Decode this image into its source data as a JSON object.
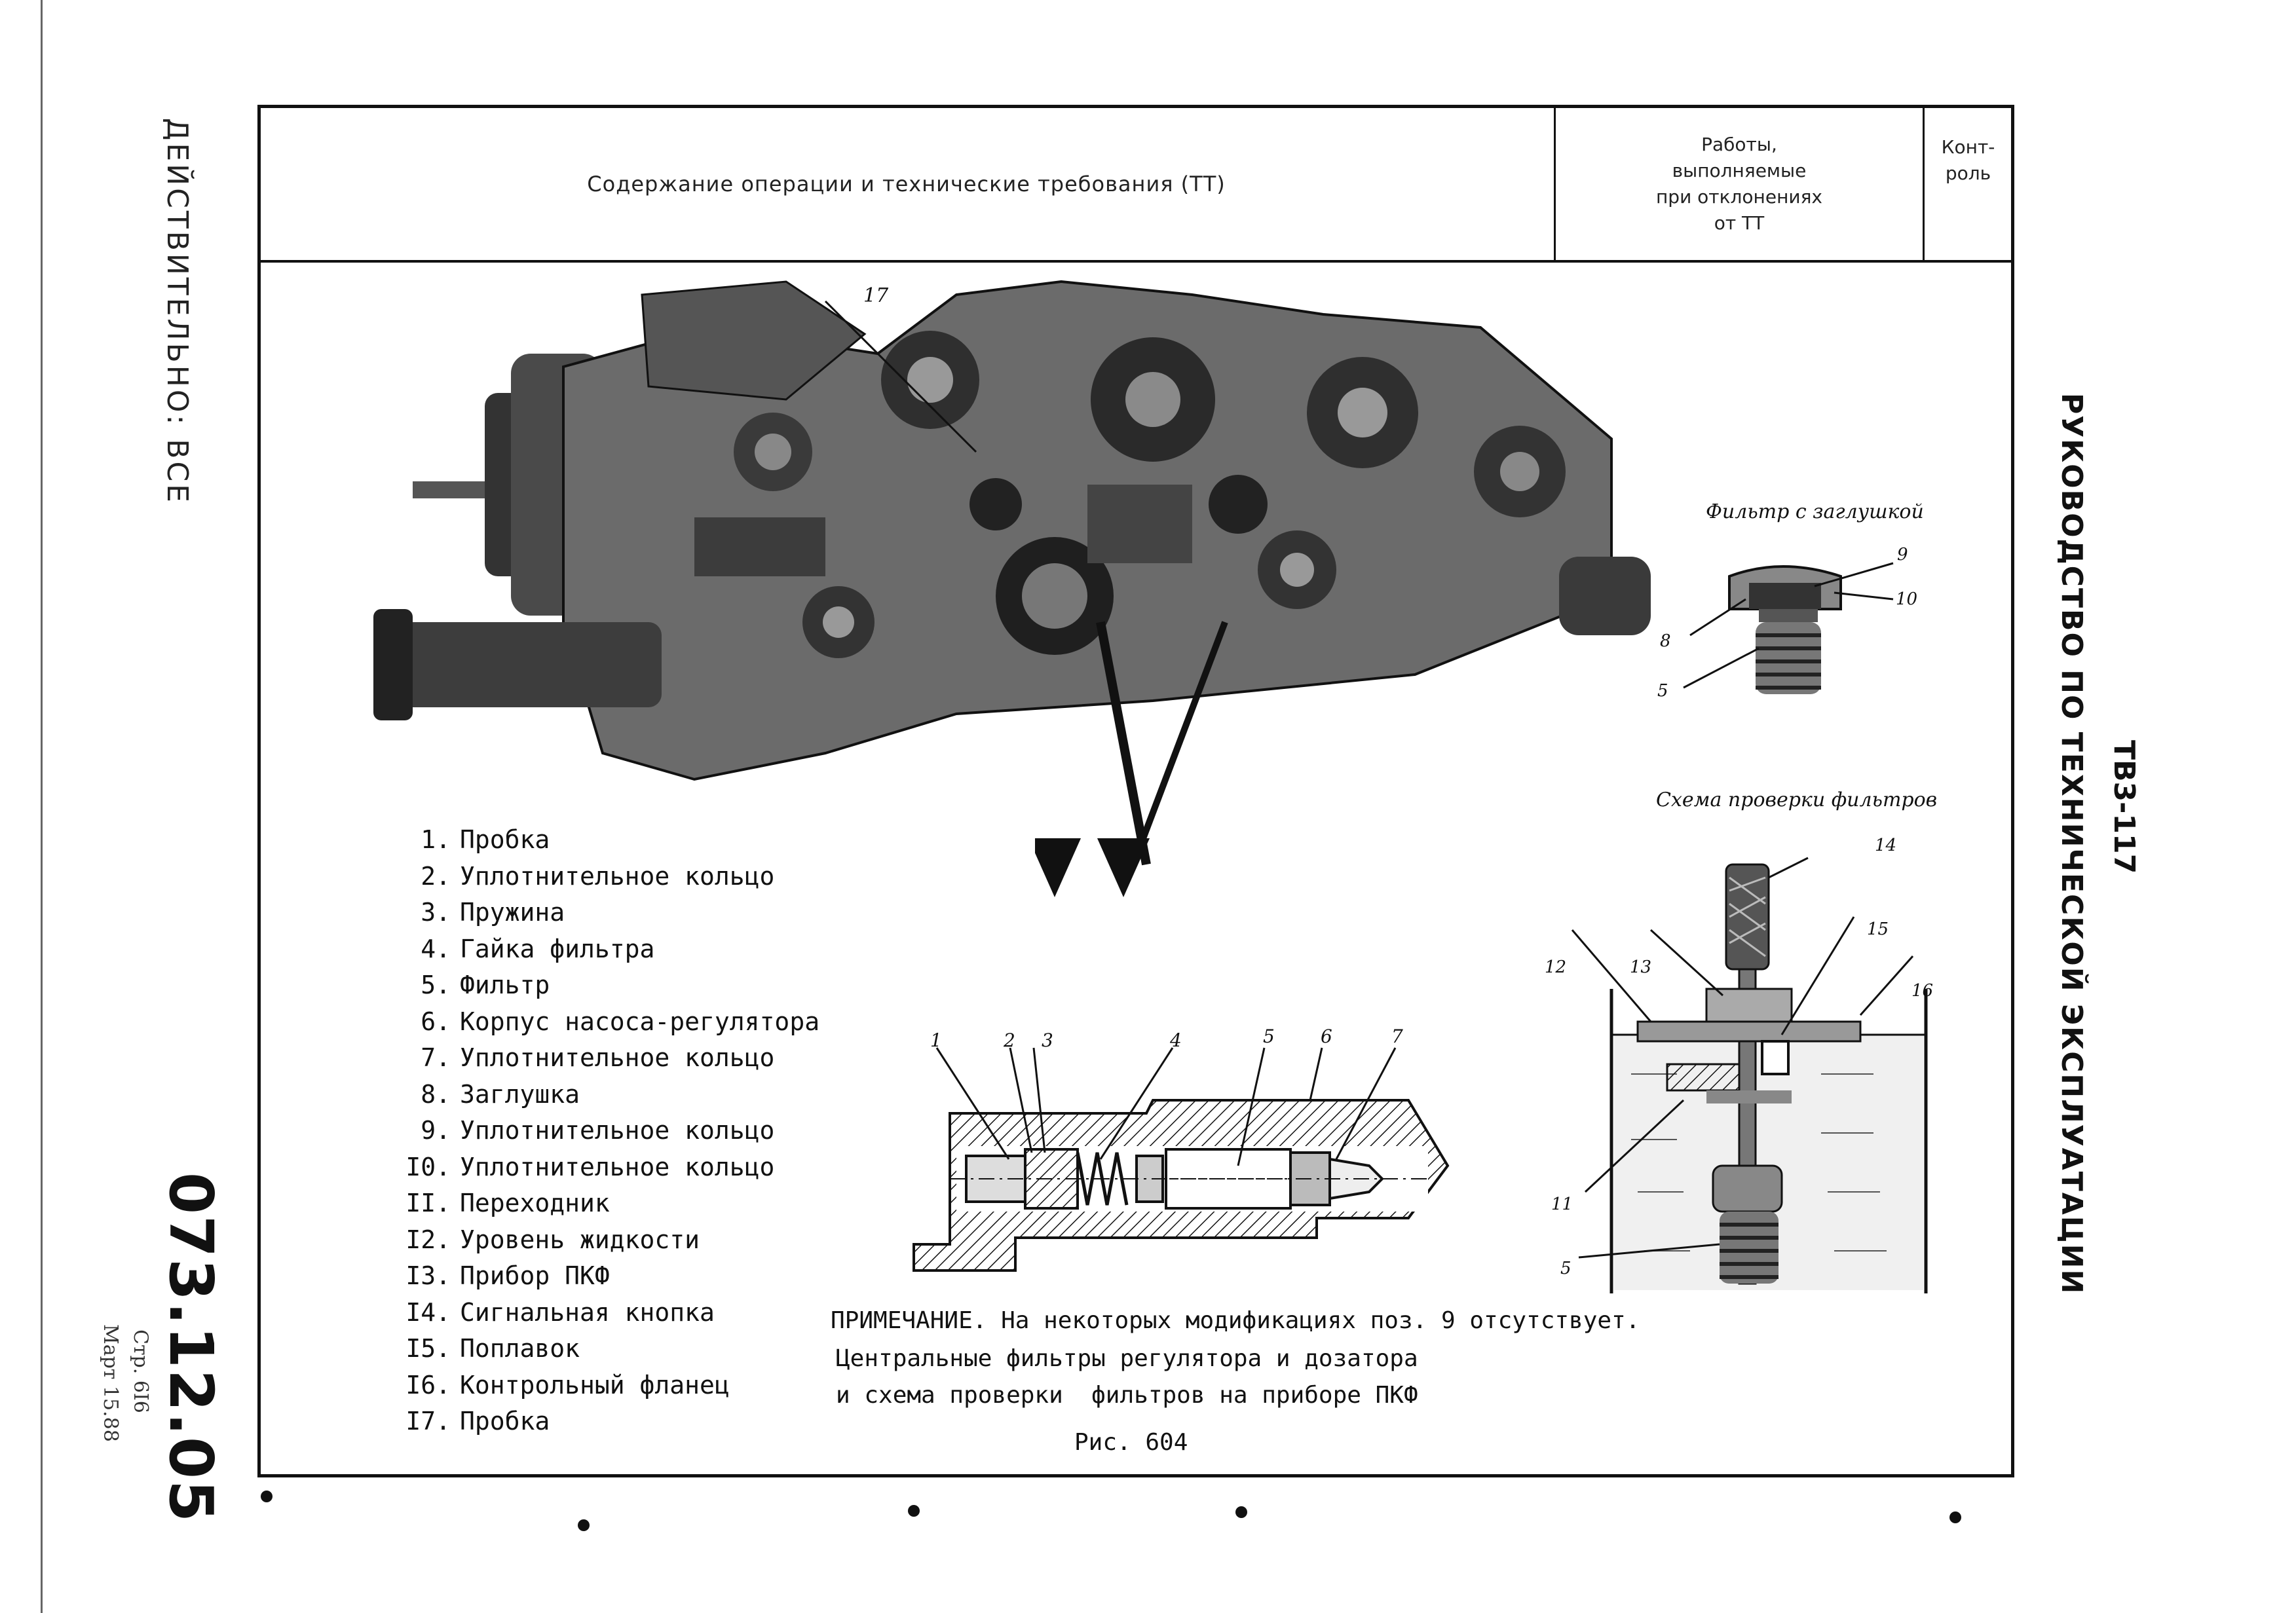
{
  "margin_left": {
    "validity": "ДЕЙСТВИТЕЛЬНО: ВСЕ",
    "doc_number": "073.12.05",
    "page": "Стр. 6I6",
    "date": "Март 15.88"
  },
  "margin_right": {
    "aircraft": "ТВ3-117",
    "manual_title": "РУКОВОДСТВО ПО ТЕХНИЧЕСКОЙ ЭКСПЛУАТАЦИИ"
  },
  "header": {
    "col_content": "Содержание операции и технические требования (ТТ)",
    "col_works": [
      "Работы,",
      "выполняемые",
      "при отклонениях",
      "от ТТ"
    ],
    "col_control": [
      "Конт-",
      "роль"
    ]
  },
  "legend": [
    {
      "num": "1.",
      "text": "Пробка"
    },
    {
      "num": "2.",
      "text": "Уплотнительное кольцо"
    },
    {
      "num": "3.",
      "text": "Пружина"
    },
    {
      "num": "4.",
      "text": "Гайка фильтра"
    },
    {
      "num": "5.",
      "text": "Фильтр"
    },
    {
      "num": "6.",
      "text": "Корпус насоса-регулятора"
    },
    {
      "num": "7.",
      "text": "Уплотнительное кольцо"
    },
    {
      "num": "8.",
      "text": "Заглушка"
    },
    {
      "num": "9.",
      "text": "Уплотнительное кольцо"
    },
    {
      "num": "I0.",
      "text": "Уплотнительное кольцо"
    },
    {
      "num": "II.",
      "text": "Переходник"
    },
    {
      "num": "I2.",
      "text": "Уровень жидкости"
    },
    {
      "num": "I3.",
      "text": "Прибор ПКФ"
    },
    {
      "num": "I4.",
      "text": "Сигнальная кнопка"
    },
    {
      "num": "I5.",
      "text": "Поплавок"
    },
    {
      "num": "I6.",
      "text": "Контрольный фланец"
    },
    {
      "num": "I7.",
      "text": "Пробка"
    }
  ],
  "figure": {
    "callout_main": "17",
    "filter_cap_title": "Фильтр с заглушкой",
    "filter_cap_callouts": [
      "9",
      "10",
      "8",
      "5"
    ],
    "scheme_title": "Схема проверки фильтров",
    "scheme_callouts": [
      "14",
      "15",
      "16",
      "12",
      "13",
      "11",
      "5"
    ],
    "section_callouts": [
      "1",
      "2",
      "3",
      "4",
      "5",
      "6",
      "7"
    ],
    "note": "ПРИМЕЧАНИЕ. На некоторых модификациях поз. 9 отсутствует.",
    "caption_line1": "Центральные фильтры регулятора и дозатора",
    "caption_line2": "и схема проверки  фильтров на приборе ПКФ",
    "fig_number": "Рис. 604"
  }
}
